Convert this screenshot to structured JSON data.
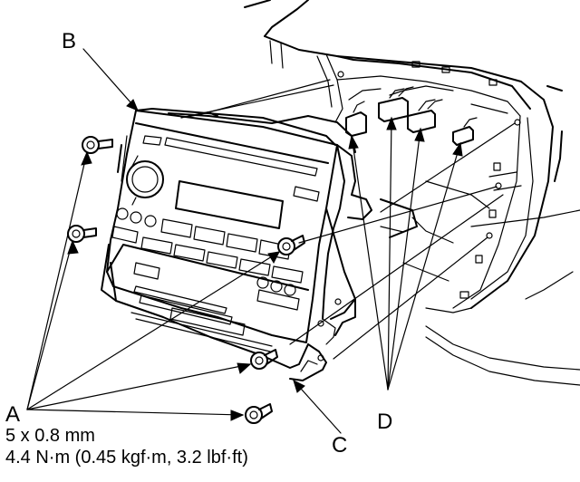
{
  "labels": {
    "a": "A",
    "b": "B",
    "c": "C",
    "d": "D"
  },
  "spec": {
    "size": "5 x 0.8 mm",
    "torque": "4.4 N·m (0.45 kgf·m, 3.2 lbf·ft)"
  }
}
